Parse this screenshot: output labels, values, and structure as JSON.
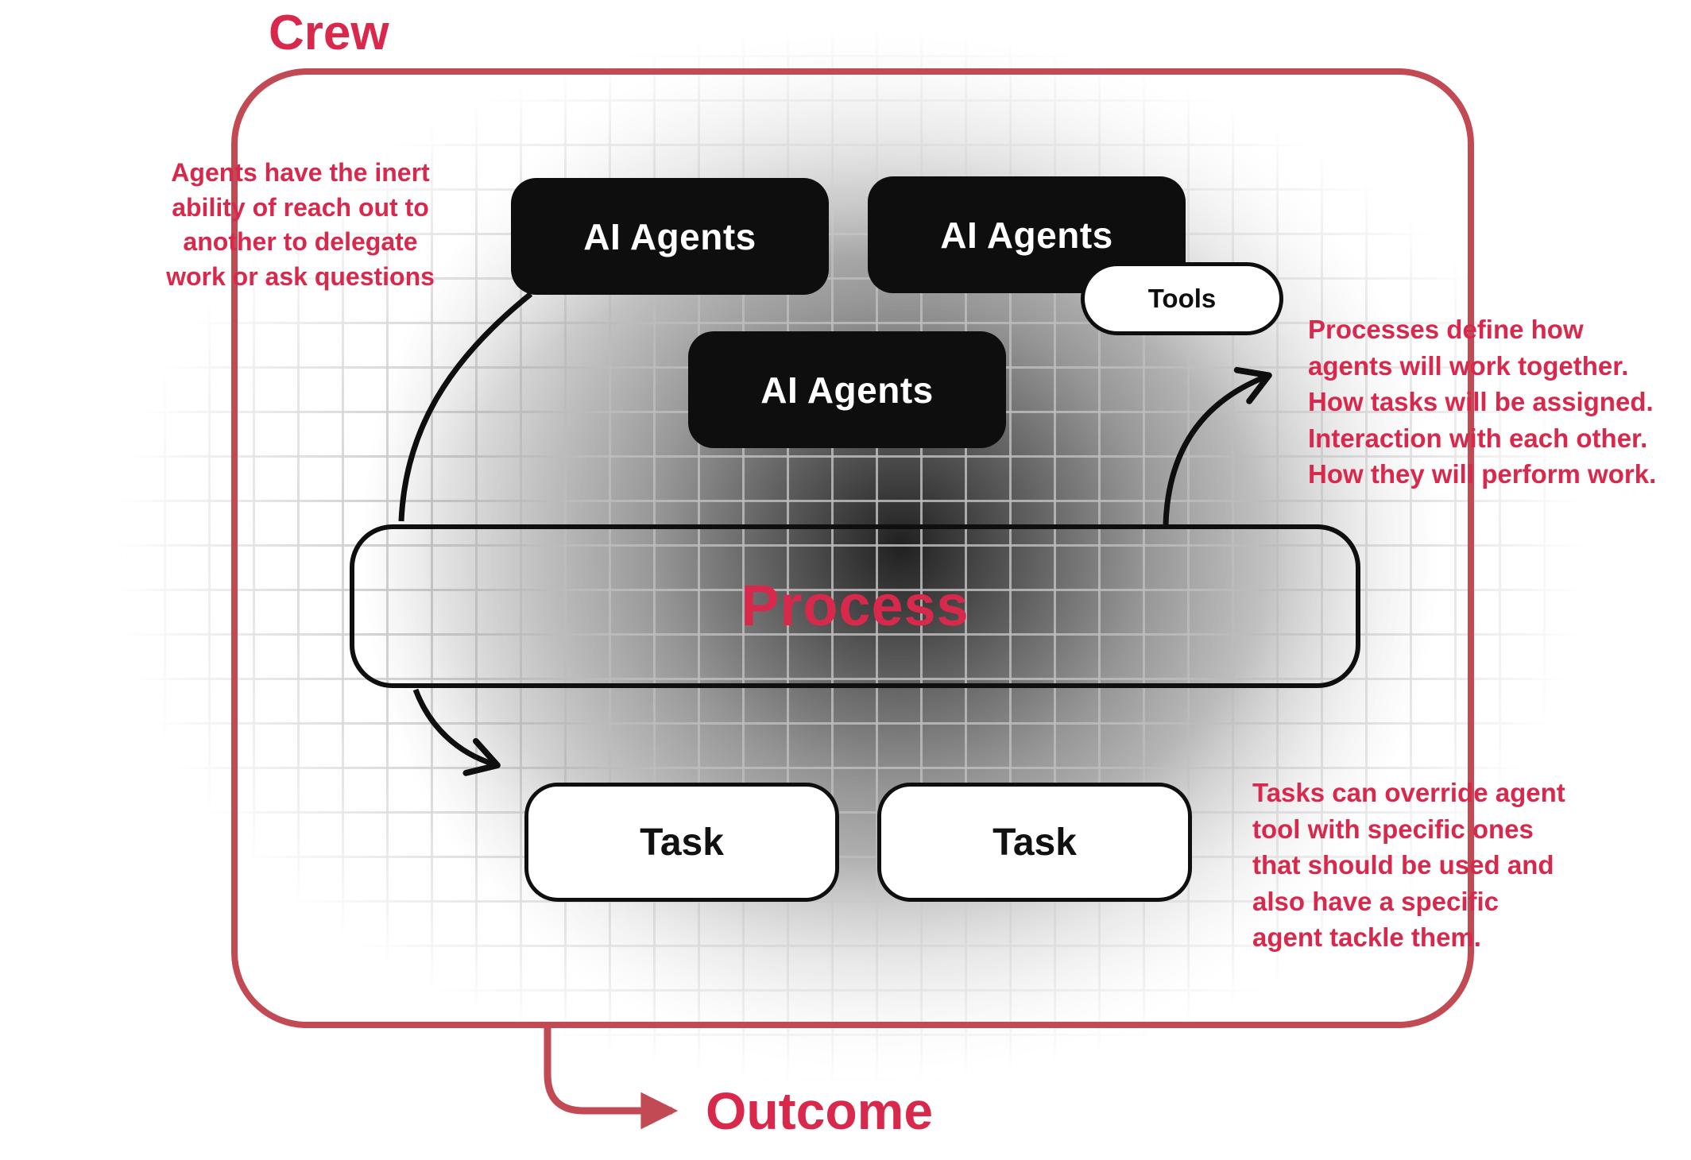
{
  "title": "Crew",
  "outcome": "Outcome",
  "nodes": {
    "agents": [
      "AI Agents",
      "AI Agents",
      "AI Agents"
    ],
    "tools": "Tools",
    "process": "Process",
    "tasks": [
      "Task",
      "Task"
    ]
  },
  "annotations": {
    "left": "Agents have the inert\nability of reach out to\nanother to delegate\nwork or ask questions",
    "right_top": "Processes define how\nagents will work together.\nHow tasks will be assigned.\nInteraction with each other.\nHow they will perform work.",
    "right_bottom": "Tasks can override agent\ntool with specific ones\nthat should be used and\nalso have a specific\nagent tackle them."
  },
  "colors": {
    "crimson": "#d8294d",
    "border_red": "#c24a54",
    "node_black": "#0e0e0e"
  }
}
